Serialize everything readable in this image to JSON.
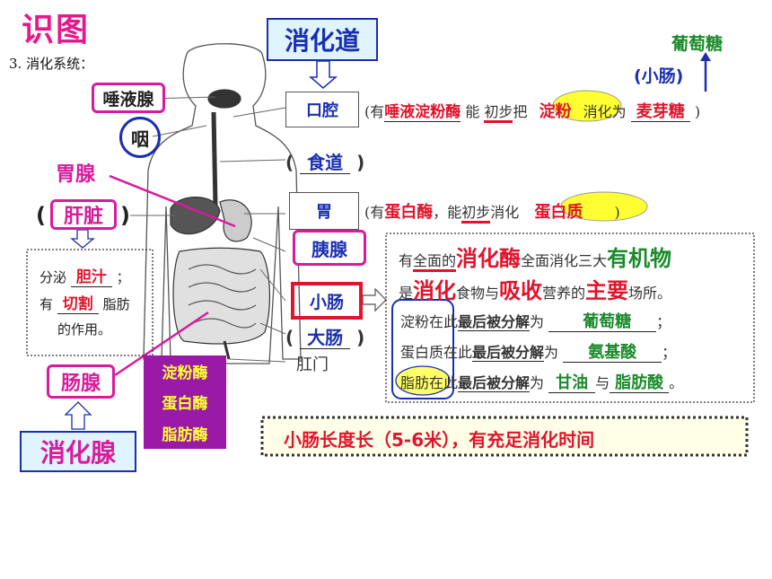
{
  "title": "识图",
  "subtitle": "3. 消化系统：",
  "header_label": "消化道",
  "glucose": "葡萄糖",
  "small_intestine_paren": "(小肠)",
  "left_labels": {
    "salivary": "唾液腺",
    "pharynx": "咽",
    "gastric": "胃腺",
    "liver": "肝脏",
    "liver_paren_open": "(",
    "liver_paren_close": ")",
    "intestinal": "肠腺",
    "digestive_glands": "消化腺"
  },
  "liver_box": {
    "secrete": "分泌",
    "bile": "胆汁",
    "semicolon": "；",
    "has": "有",
    "cut": "切割",
    "fat": "脂肪",
    "effect": "的作用。"
  },
  "enzymes": [
    "淀粉酶",
    "蛋白酶",
    "脂肪酶"
  ],
  "organs": {
    "mouth": "口腔",
    "esophagus": "食道",
    "stomach": "胃",
    "pancreas": "胰腺",
    "small_intestine": "小肠",
    "large_intestine": "大肠",
    "anus": "肛门",
    "paren_open": "(",
    "paren_close": ")"
  },
  "mouth_row": {
    "open": "(有",
    "enzyme": "唾液淀粉酶",
    "can": "能",
    "first": "初步",
    "bar": "把",
    "starch": "淀粉",
    "digest": "消化为",
    "maltose": "麦芽糖",
    "close": ")"
  },
  "stomach_row": {
    "open": "(有",
    "enzyme": "蛋白酶",
    "can": "，能",
    "first": "初步",
    "digest": "消化",
    "protein": "蛋白质",
    "close": ")"
  },
  "info_box": {
    "l1_a": "有",
    "l1_b": "全面的",
    "l1_c": "消化酶",
    "l1_d": "全面消化三大",
    "l1_e": "有机物",
    "l2_a": "是",
    "l2_b": "消化",
    "l2_c": "食物与",
    "l2_d": "吸收",
    "l2_e": "营养的",
    "l2_f": "主要",
    "l2_g": "场所。",
    "r1_a": "淀粉",
    "r1_b": "在此",
    "r1_c": "最后被分解",
    "r1_d": "为",
    "r1_e": "葡萄糖",
    "r1_f": "；",
    "r2_a": "蛋白质",
    "r2_b": "在此",
    "r2_c": "最后被分解",
    "r2_d": "为",
    "r2_e": "氨基酸",
    "r2_f": "；",
    "r3_a": "脂肪",
    "r3_b": "在此",
    "r3_c": "最后被分解",
    "r3_d": "为",
    "r3_e": "甘油",
    "r3_f": "与",
    "r3_g": "脂肪酸",
    "r3_h": "。"
  },
  "bottom_note": "小肠长度长（5-6米），有充足消化时间"
}
